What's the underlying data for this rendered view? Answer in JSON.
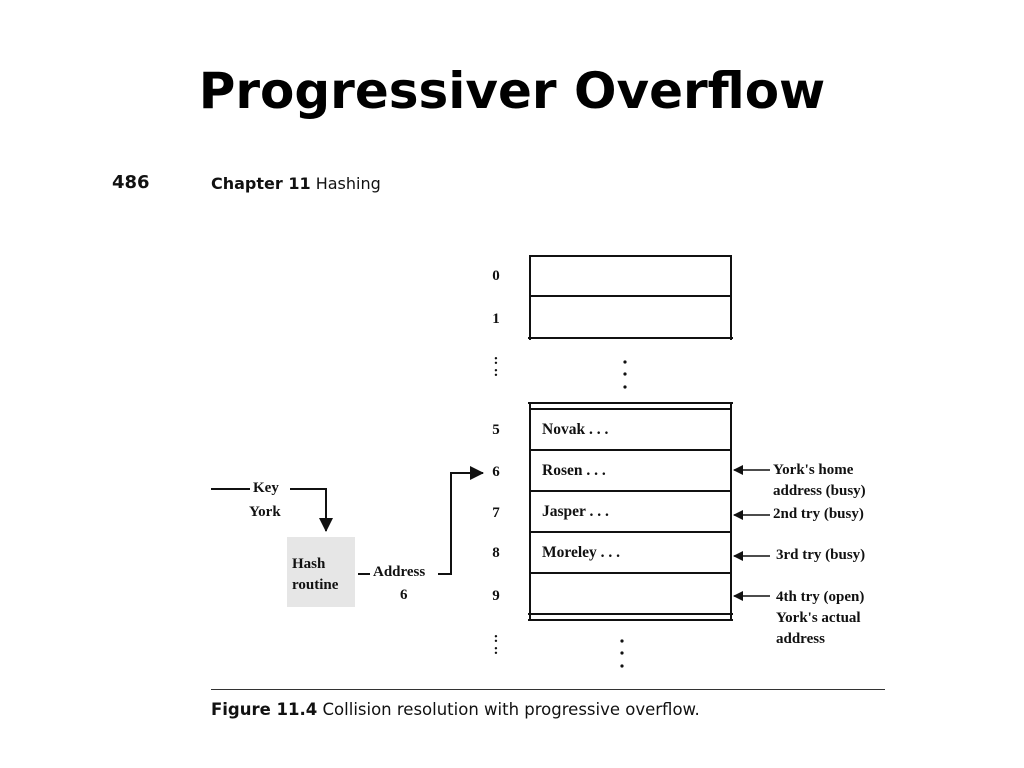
{
  "slide": {
    "title": "Progressiver Overflow"
  },
  "book_page": {
    "page_number": "486",
    "chapter": "Chapter 11",
    "chapter_title": "Hashing"
  },
  "table": {
    "indices": [
      "0",
      "1",
      ":",
      "5",
      "6",
      "7",
      "8",
      "9",
      ":"
    ],
    "cells": [
      "Novak . . .",
      "Rosen . . .",
      "Jasper . . .",
      "Moreley . . .",
      ""
    ]
  },
  "input": {
    "key_label": "Key",
    "key_value": "York",
    "hash_line1": "Hash",
    "hash_line2": "routine",
    "address_label": "Address",
    "address_value": "6"
  },
  "annotations": [
    {
      "line1": "York's home",
      "line2": "address (busy)",
      "line3": ""
    },
    {
      "line1": "2nd try (busy)",
      "line2": "",
      "line3": ""
    },
    {
      "line1": "3rd try (busy)",
      "line2": "",
      "line3": ""
    },
    {
      "line1": "4th try (open)",
      "line2": "York's actual",
      "line3": "address"
    }
  ],
  "caption": {
    "figure_number": "Figure 11.4",
    "text": "Collision resolution with progressive overflow."
  }
}
